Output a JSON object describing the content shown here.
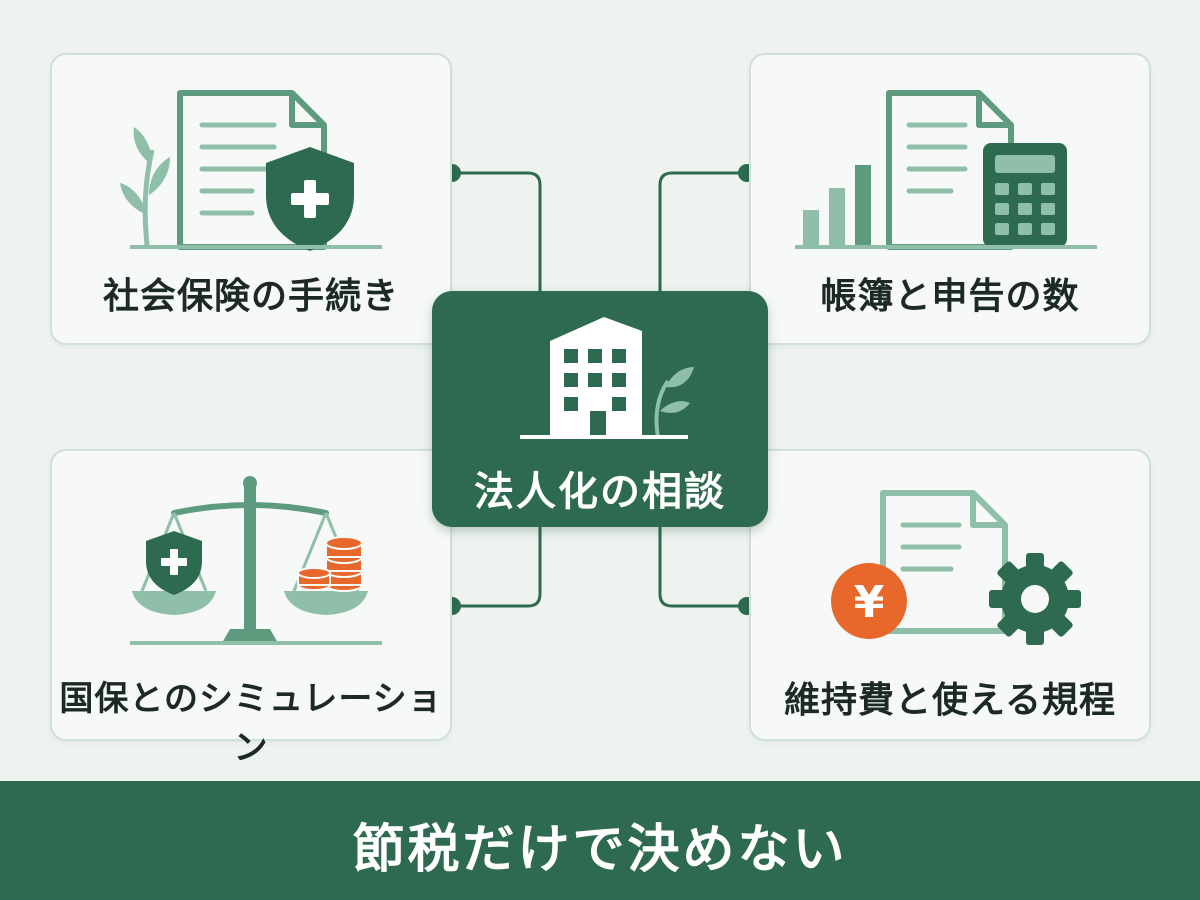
{
  "hub": {
    "label": "法人化の相談",
    "icon": "office-building-icon"
  },
  "topics": [
    {
      "label": "社会保険の手続き",
      "icon": "document-shield-icon"
    },
    {
      "label": "帳簿と申告の数",
      "icon": "bar-chart-calculator-icon"
    },
    {
      "label": "国保とのシミュレーション",
      "icon": "balance-scale-icon"
    },
    {
      "label": "維持費と使える規程",
      "icon": "yen-gear-document-icon"
    }
  ],
  "footer": {
    "text": "節税だけで決めない"
  },
  "colors": {
    "primary": "#2d6a4f",
    "light_green": "#8fbfa8",
    "background": "#eef3f0",
    "accent_orange": "#e8672a"
  }
}
